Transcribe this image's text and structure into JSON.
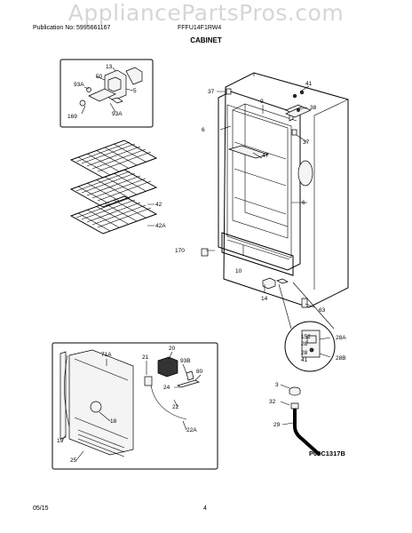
{
  "watermark": "AppliancePartsPros.com",
  "header": {
    "publication": "Publication No: 5995661167",
    "model": "FFFU14F1RW4",
    "section": "CABINET"
  },
  "footer": {
    "date": "05/15",
    "page": "4"
  },
  "diagram_code": "P08C1317B",
  "labels": {
    "l13": "13",
    "l93a_a": "93A",
    "l50": "50",
    "l5": "5",
    "l169": "169",
    "l93a_b": "93A",
    "l37a": "37",
    "l41a": "41",
    "l9": "9",
    "l38": "38",
    "l6a": "6",
    "l37b": "37",
    "l47": "47",
    "l6b": "6",
    "l42": "42",
    "l42a": "42A",
    "l170": "170",
    "l10": "10",
    "l14": "14",
    "l63": "63",
    "l152": "152",
    "l28a_in": "28",
    "l28a": "28A",
    "l28b_in": "28",
    "l41b": "41",
    "l28b": "28B",
    "l71a": "71A",
    "l20": "20",
    "l21": "21",
    "l93b": "93B",
    "l80": "80",
    "l24": "24",
    "l18": "18",
    "l22": "22",
    "l22a": "22A",
    "l19": "19",
    "l25": "25",
    "l3": "3",
    "l32": "32",
    "l29": "29"
  }
}
